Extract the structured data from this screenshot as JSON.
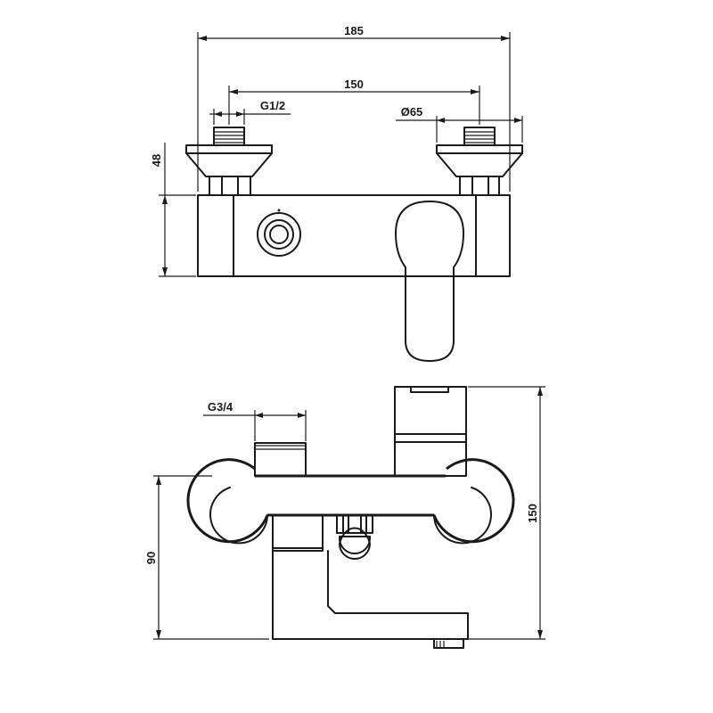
{
  "dimensions": {
    "overall_width": "185",
    "inlet_spacing": "150",
    "inlet_thread": "G1/2",
    "escutcheon_diameter": "Ø65",
    "top_height": "48",
    "outlet_thread": "G3/4",
    "body_to_wall": "90",
    "total_depth": "150"
  }
}
